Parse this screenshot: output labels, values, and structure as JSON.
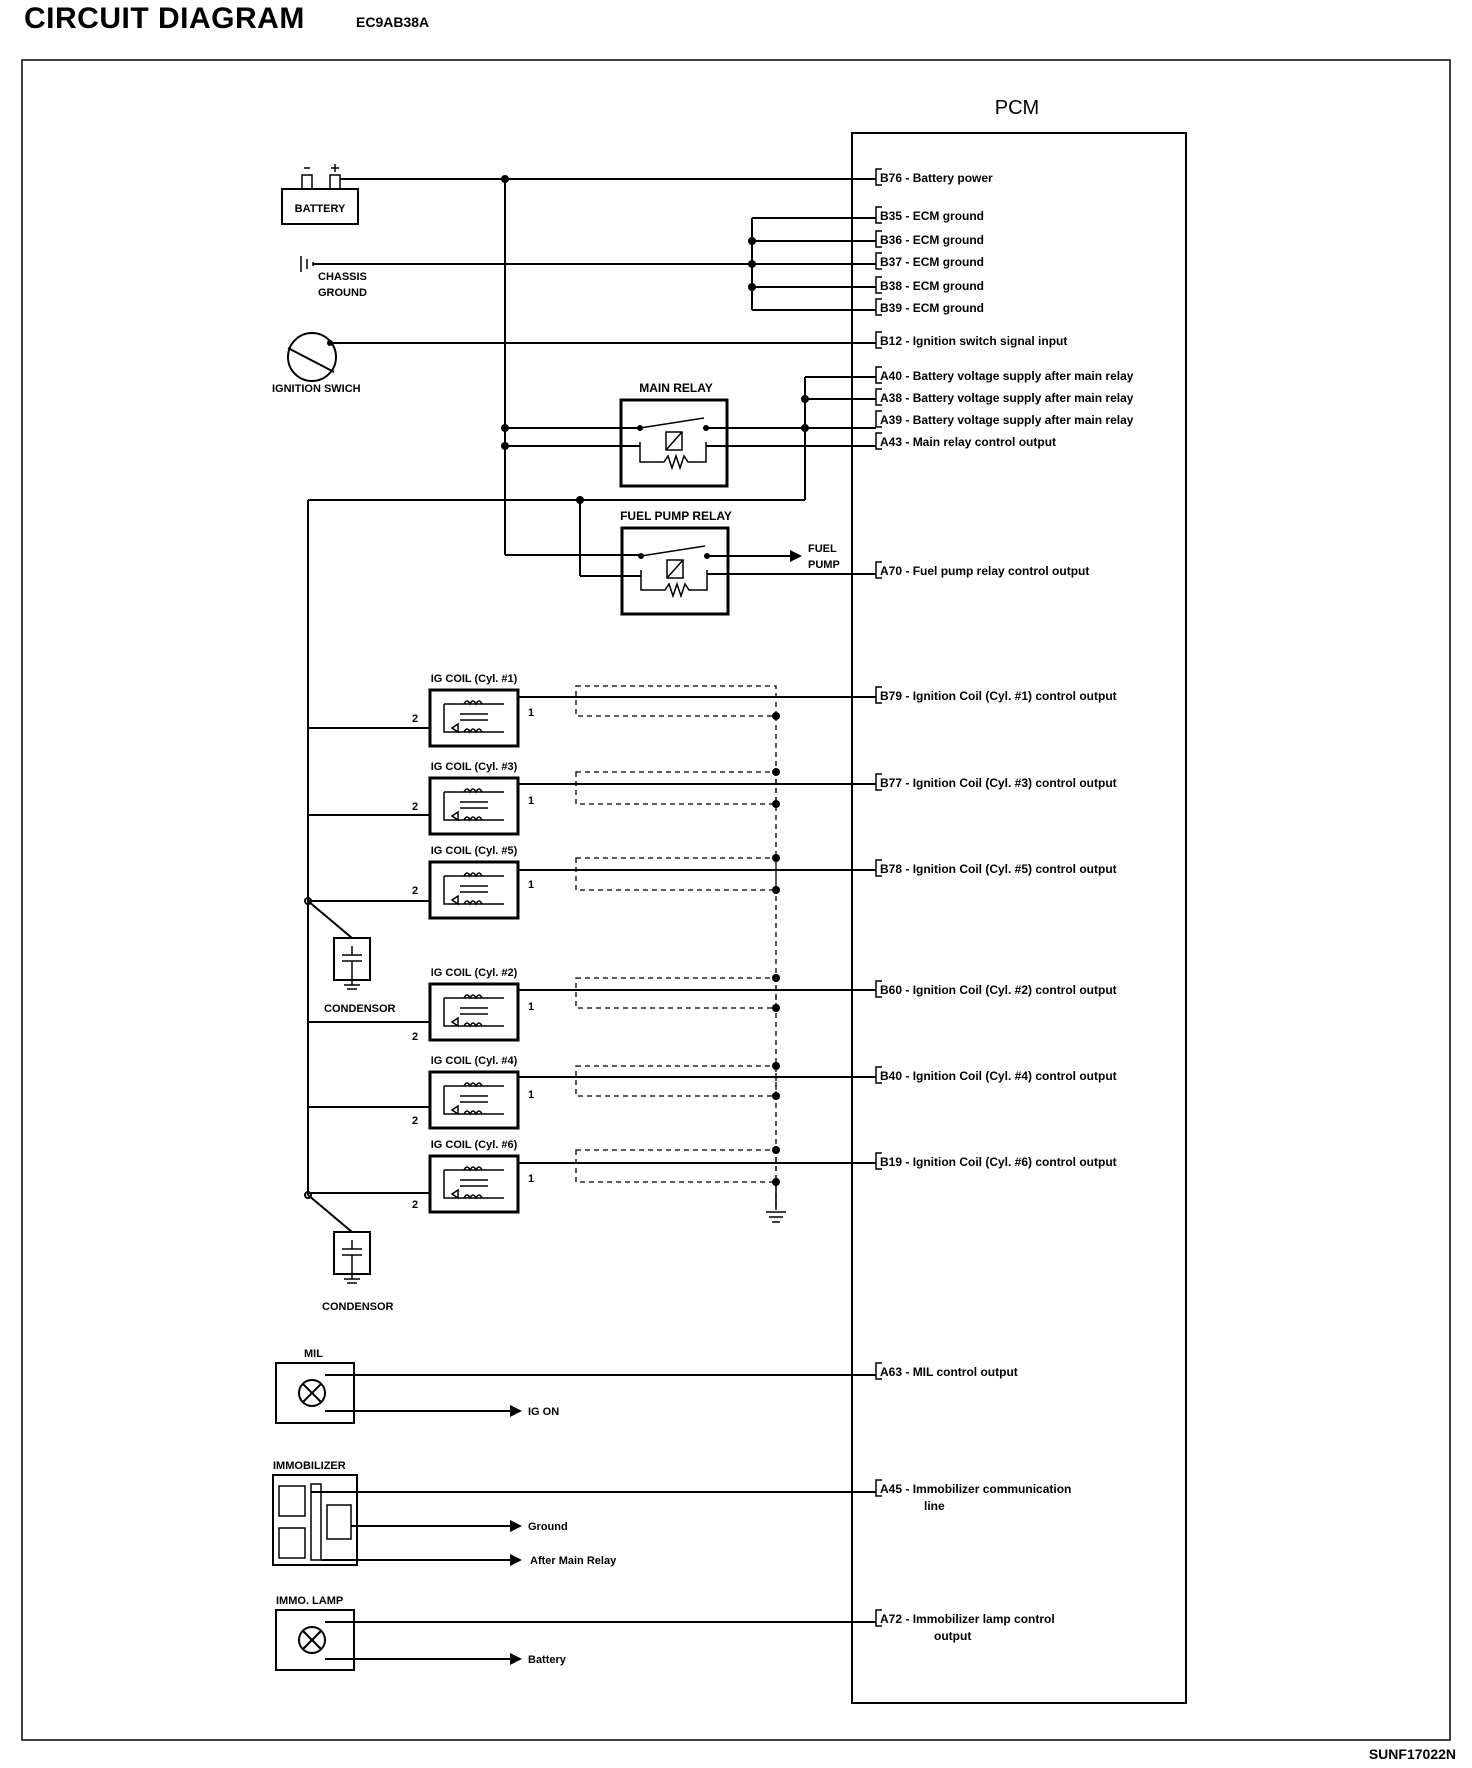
{
  "header": {
    "title": "CIRCUIT DIAGRAM",
    "code": "EC9AB38A"
  },
  "footer": {
    "ref": "SUNF17022N"
  },
  "pcm": {
    "label": "PCM"
  },
  "components": {
    "battery": "BATTERY",
    "chassis_ground": [
      "CHASSIS",
      "GROUND"
    ],
    "ignition_switch": "IGNITION SWICH",
    "main_relay": "MAIN RELAY",
    "fuel_pump_relay": "FUEL PUMP RELAY",
    "fuel_pump": [
      "FUEL",
      "PUMP"
    ],
    "condensor": "CONDENSOR",
    "mil": "MIL",
    "ig_on": "IG ON",
    "immobilizer": "IMMOBILIZER",
    "ground": "Ground",
    "after_main_relay": "After Main Relay",
    "immo_lamp": "IMMO. LAMP",
    "battery_out": "Battery"
  },
  "ig_coils": [
    {
      "label": "IG COIL (Cyl. #1)"
    },
    {
      "label": "IG COIL (Cyl. #3)"
    },
    {
      "label": "IG COIL (Cyl. #5)"
    },
    {
      "label": "IG COIL (Cyl. #2)"
    },
    {
      "label": "IG COIL (Cyl. #4)"
    },
    {
      "label": "IG COIL (Cyl. #6)"
    }
  ],
  "coil_terminals": {
    "primary": "1",
    "secondary": "2"
  },
  "pins": [
    {
      "id": "B76",
      "desc": "Battery power"
    },
    {
      "id": "B35",
      "desc": "ECM ground"
    },
    {
      "id": "B36",
      "desc": "ECM ground"
    },
    {
      "id": "B37",
      "desc": "ECM ground"
    },
    {
      "id": "B38",
      "desc": "ECM ground"
    },
    {
      "id": "B39",
      "desc": "ECM ground"
    },
    {
      "id": "B12",
      "desc": "Ignition switch signal input"
    },
    {
      "id": "A40",
      "desc": "Battery voltage supply after main relay"
    },
    {
      "id": "A38",
      "desc": "Battery voltage supply after main relay"
    },
    {
      "id": "A39",
      "desc": "Battery voltage supply after main relay"
    },
    {
      "id": "A43",
      "desc": "Main relay control output"
    },
    {
      "id": "A70",
      "desc": "Fuel pump relay control output"
    },
    {
      "id": "B79",
      "desc": "Ignition Coil (Cyl. #1) control output"
    },
    {
      "id": "B77",
      "desc": "Ignition Coil (Cyl. #3) control output"
    },
    {
      "id": "B78",
      "desc": "Ignition Coil (Cyl. #5) control output"
    },
    {
      "id": "B60",
      "desc": "Ignition Coil (Cyl. #2) control output"
    },
    {
      "id": "B40",
      "desc": "Ignition Coil (Cyl. #4) control output"
    },
    {
      "id": "B19",
      "desc": "Ignition Coil (Cyl. #6) control output"
    },
    {
      "id": "A63",
      "desc": "MIL control output"
    },
    {
      "id": "A45",
      "desc": "Immobilizer communication",
      "desc2": "line"
    },
    {
      "id": "A72",
      "desc": "Immobilizer lamp control",
      "desc2": "output"
    }
  ]
}
